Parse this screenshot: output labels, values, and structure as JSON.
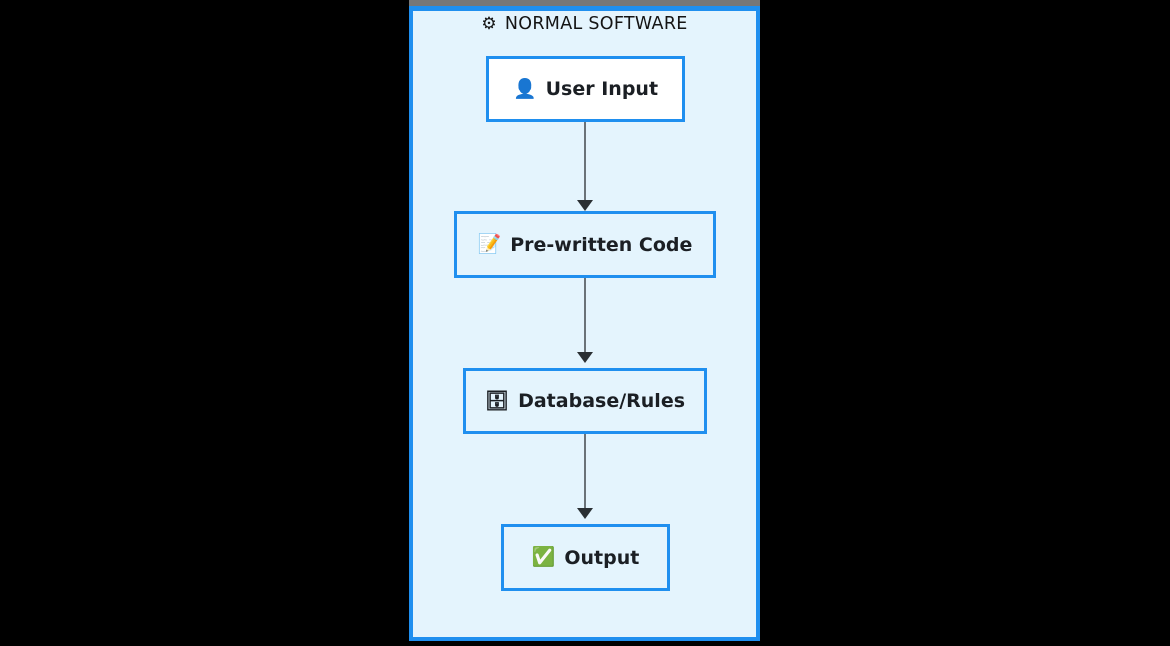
{
  "diagram": {
    "title": "NORMAL SOFTWARE",
    "title_icon": "⚙",
    "title_icon_name": "gear-icon",
    "panel": {
      "background_color": "#e4f4fd",
      "border_color": "#1f8fef",
      "topbar_color": "#777777"
    },
    "canvas_background": "#000000",
    "nodes": [
      {
        "id": "user-input",
        "label": "User Input",
        "icon": "👤",
        "icon_name": "person-icon",
        "fill": "#ffffff",
        "border_color": "#1f8fef"
      },
      {
        "id": "prewritten-code",
        "label": "Pre-written Code",
        "icon": "📝",
        "icon_name": "memo-pencil-icon",
        "fill": "#e4f4fd",
        "border_color": "#1f8fef"
      },
      {
        "id": "database-rules",
        "label": "Database/Rules",
        "icon": "🗄",
        "icon_name": "file-cabinet-icon",
        "fill": "#e4f4fd",
        "border_color": "#1f8fef"
      },
      {
        "id": "output",
        "label": "Output",
        "icon": "✅",
        "icon_name": "check-mark-button-icon",
        "fill": "#e4f4fd",
        "border_color": "#1f8fef"
      }
    ],
    "connectors": [
      {
        "from": "user-input",
        "to": "prewritten-code",
        "style": "arrow-down"
      },
      {
        "from": "prewritten-code",
        "to": "database-rules",
        "style": "arrow-down"
      },
      {
        "from": "database-rules",
        "to": "output",
        "style": "arrow-down"
      }
    ]
  }
}
